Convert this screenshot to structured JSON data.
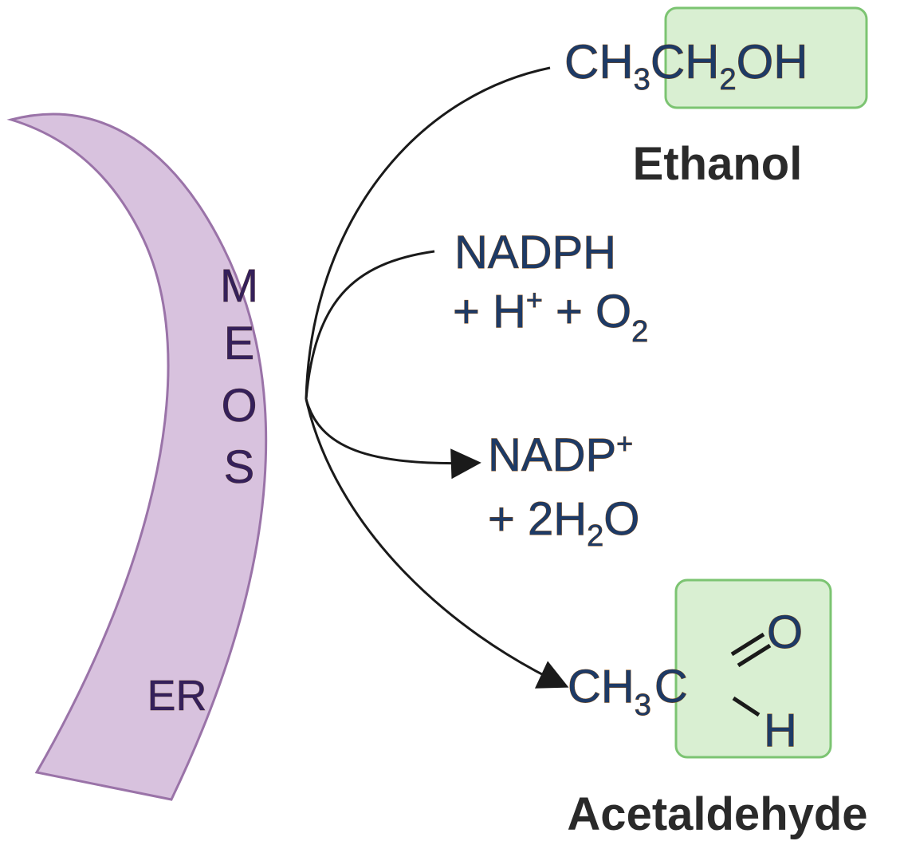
{
  "membrane": {
    "enzyme_letters": [
      "M",
      "E",
      "O",
      "S"
    ],
    "organelle_label": "ER",
    "fill_color": "#d8c2de",
    "stroke_color": "#9a73a8"
  },
  "ethanol": {
    "formula_parts": [
      "CH",
      "3",
      "CH",
      "2",
      "OH"
    ],
    "name": "Ethanol"
  },
  "cofactor_in": {
    "line1": "NADPH",
    "line2_parts": [
      "+ H",
      "+",
      " + O",
      "2"
    ]
  },
  "cofactor_out": {
    "line1_parts": [
      "NADP",
      "+"
    ],
    "line2_parts": [
      "+ 2H",
      "2",
      "O"
    ]
  },
  "acetaldehyde": {
    "formula_parts": [
      "CH",
      "3",
      "C"
    ],
    "oxygen": "O",
    "hydrogen": "H",
    "name": "Acetaldehyde"
  },
  "colors": {
    "highlight_fill": "#d9efd2",
    "highlight_stroke": "#7cc472",
    "arrow": "#1a1a1a",
    "formula_text": "#1d3a66"
  }
}
